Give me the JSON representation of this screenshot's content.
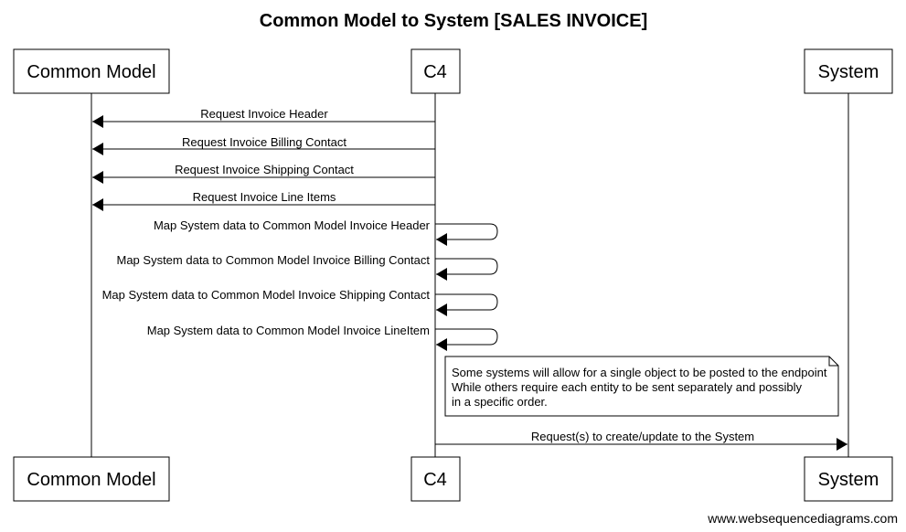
{
  "title": "Common Model to System [SALES INVOICE]",
  "participants": [
    "Common Model",
    "C4",
    "System"
  ],
  "messages": [
    {
      "label": "Request Invoice Header",
      "from": "C4",
      "to": "Common Model"
    },
    {
      "label": "Request Invoice Billing Contact",
      "from": "C4",
      "to": "Common Model"
    },
    {
      "label": "Request Invoice Shipping Contact",
      "from": "C4",
      "to": "Common Model"
    },
    {
      "label": "Request Invoice Line Items",
      "from": "C4",
      "to": "Common Model"
    },
    {
      "label": "Map System data to Common Model Invoice Header",
      "from": "C4",
      "to": "C4"
    },
    {
      "label": "Map System data to Common Model Invoice Billing Contact",
      "from": "C4",
      "to": "C4"
    },
    {
      "label": "Map System data to Common Model Invoice Shipping Contact",
      "from": "C4",
      "to": "C4"
    },
    {
      "label": "Map System data to Common Model Invoice LineItem",
      "from": "C4",
      "to": "C4"
    },
    {
      "label": "Request(s) to create/update to the System",
      "from": "C4",
      "to": "System"
    }
  ],
  "note": {
    "lines": [
      "Some systems will allow for a single object to be posted to the endpoint",
      "While others require each entity to be sent separately and possibly",
      "in a specific order."
    ]
  },
  "watermark": "www.websequencediagrams.com"
}
